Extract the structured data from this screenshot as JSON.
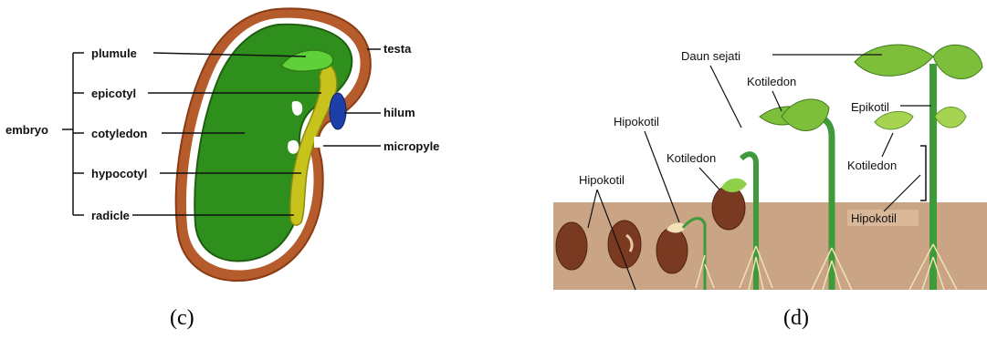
{
  "panel_c": {
    "caption": "(c)",
    "group_label": "embryo",
    "labels": {
      "plumule": "plumule",
      "epicotyl": "epicotyl",
      "cotyledon": "cotyledon",
      "hypocotyl": "hypocotyl",
      "radicle": "radicle",
      "testa": "testa",
      "hilum": "hilum",
      "micropyle": "micropyle"
    },
    "colors": {
      "testa": "#b55b2c",
      "cotyledon": "#2f8f1d",
      "axis": "#c8c21c",
      "hilum": "#1f3fa8"
    }
  },
  "panel_d": {
    "caption": "(d)",
    "labels": {
      "daun_sejati": "Daun sejati",
      "kotiledon_top": "Kotiledon",
      "hipokotil_mid": "Hipokotil",
      "kotiledon_mid": "Kotiledon",
      "hipokotil_left": "Hipokotil",
      "epikotil": "Epikotil",
      "kotiledon_right": "Kotiledon",
      "hipokotil_soil": "Hipokotil"
    },
    "colors": {
      "soil": "#c9a586",
      "stem": "#3f9a3a",
      "leaf": "#7dbf3a",
      "seed": "#7a3a22"
    }
  }
}
